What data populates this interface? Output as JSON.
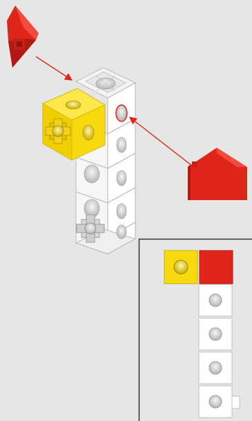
{
  "diagram": {
    "background_color": "#e6e6e6",
    "colors": {
      "red_piece": "#e0261b",
      "red_dark": "#b01a12",
      "yellow_cube": "#f7d90f",
      "yellow_dark": "#c9ac00",
      "white_cube": "#ffffff",
      "cube_edge": "#b8b8b8",
      "hole": "#cfcfcf",
      "arrow": "#e0261b",
      "inset_border": "#333333"
    },
    "assembly": {
      "white_cube_stack_count": 5,
      "attached_yellow_cube": "yellow_cube",
      "incoming_parts": [
        "red-roof-small",
        "red-roof-large"
      ],
      "highlighted_hole": "red-ellipse-marker"
    },
    "top_view_inset": {
      "row0": [
        "yellow_cube",
        "red_piece"
      ],
      "column_white_cubes": 4,
      "side_tab": "white-tab"
    }
  }
}
